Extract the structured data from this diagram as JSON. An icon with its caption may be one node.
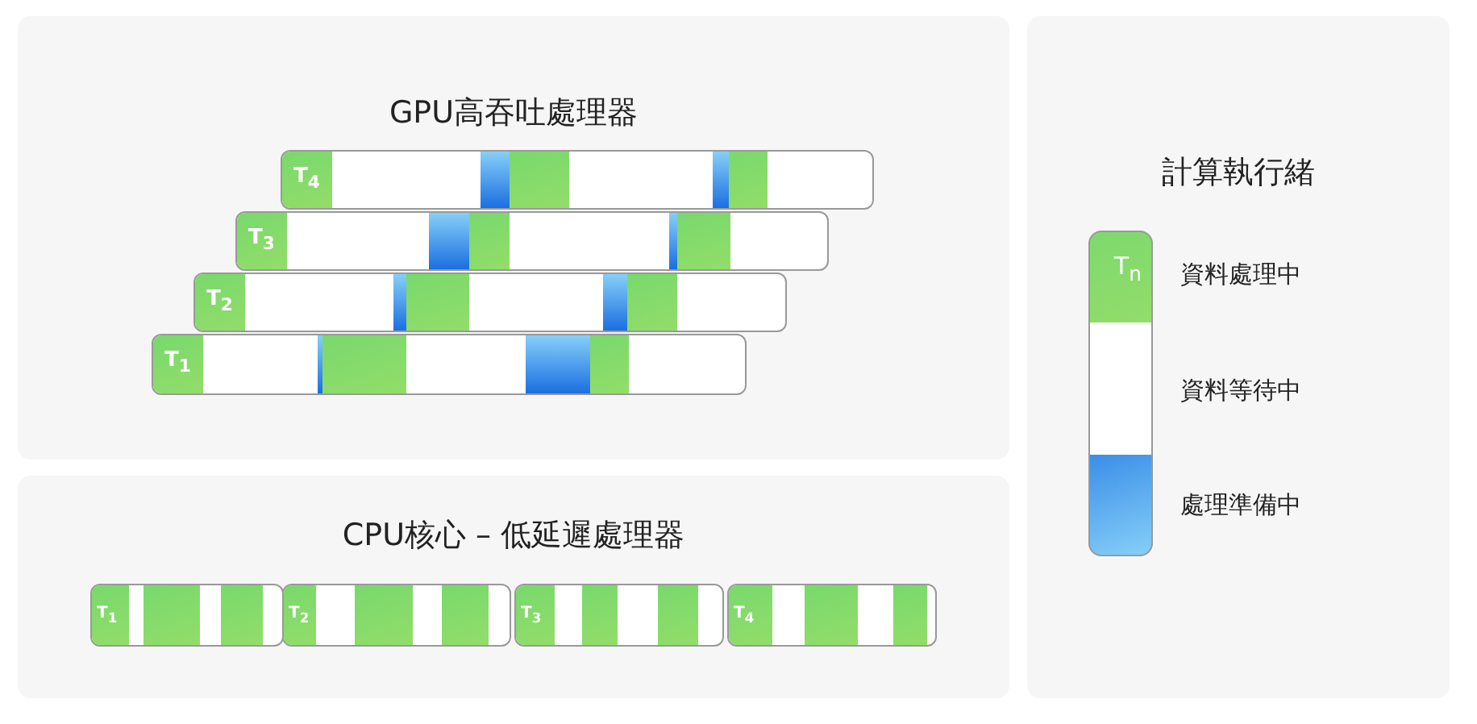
{
  "diagram": {
    "nodes": [
      {
        "text": [
          "GPU高吞吐處理器"
        ]
      },
      {
        "text": [
          "T$_{4}$"
        ],
        "in": 0
      },
      {
        "text": [
          "T$_{3}$"
        ],
        "in": 0
      },
      {
        "text": [
          "T$_{2}$"
        ],
        "in": 0
      },
      {
        "text": [
          "T$_{1}$"
        ],
        "in": 0
      },
      {
        "text": [
          "CPU核心 – 低延遲處理器"
        ]
      },
      {
        "text": [
          "T$_{1}$"
        ],
        "in": 5
      },
      {
        "text": [
          "T$_{2}$"
        ],
        "in": 5
      },
      {
        "text": [
          "T$_{3}$"
        ],
        "in": 5
      },
      {
        "text": [
          "T$_{4}$"
        ],
        "in": 5
      },
      {
        "text": [
          "計算執行緒"
        ]
      }
    ],
    "edges": [],
    "labels": [
      "T$_{n}$"
    ],
    "legend": [
      {
        "text": "資料處理中",
        "color": "#7dd96e"
      },
      {
        "text": "資料等待中",
        "color": "#ffffff"
      },
      {
        "text": "處理準備中",
        "color": "#3a8ee8"
      }
    ]
  }
}
